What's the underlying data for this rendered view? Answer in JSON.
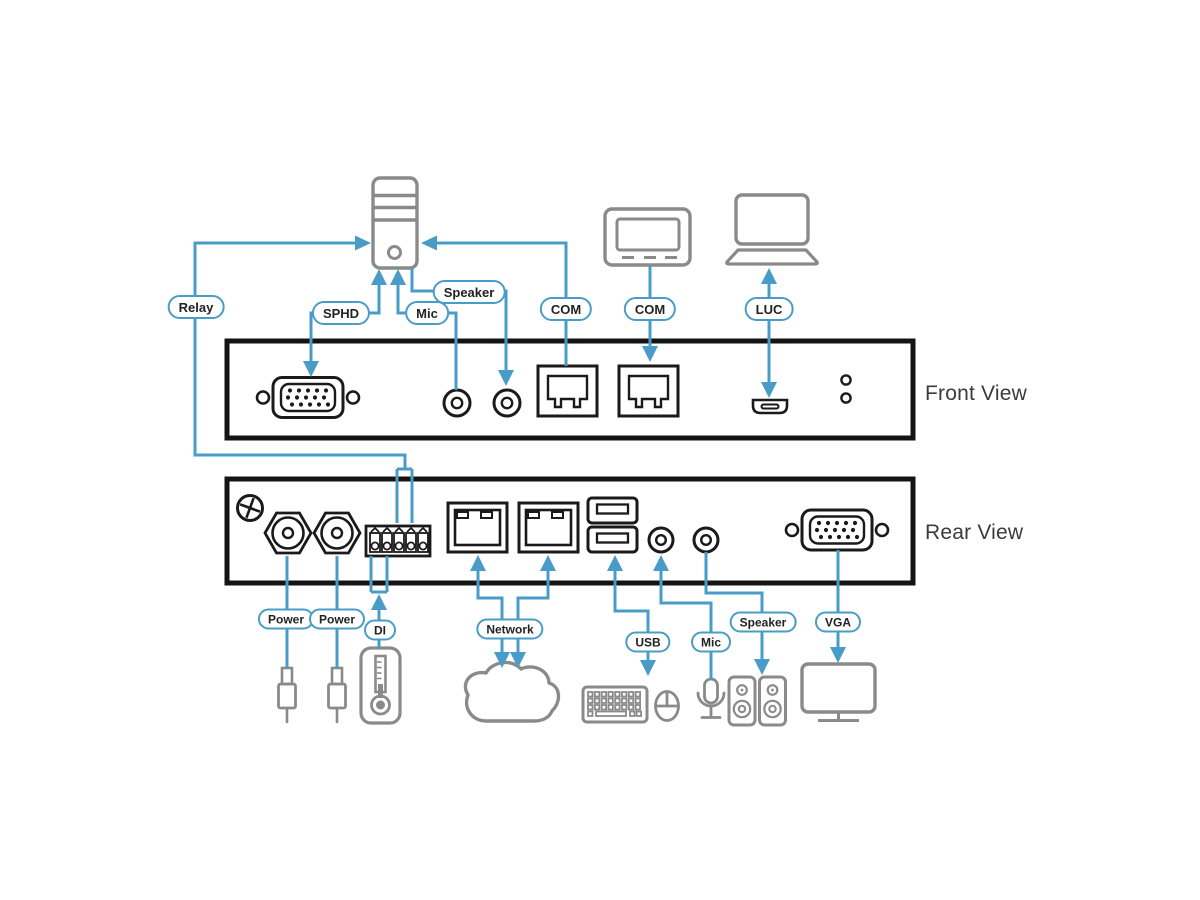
{
  "titles": {
    "front": "Front View",
    "rear": "Rear View"
  },
  "connection_labels": {
    "relay": "Relay",
    "sphd": "SPHD",
    "mic_front": "Mic",
    "speaker_front": "Speaker",
    "com_pc": "COM",
    "com_panel": "COM",
    "luc": "LUC",
    "power_1": "Power",
    "power_2": "Power",
    "di": "DI",
    "network": "Network",
    "usb": "USB",
    "mic_rear": "Mic",
    "speaker_rear": "Speaker",
    "vga": "VGA"
  },
  "colors": {
    "accent_blue": "#4a9cc8",
    "port_outline": "#1a1a1a",
    "device_gray": "#8a8a8a",
    "label_text": "#222222",
    "title_text": "#3b3b3b"
  },
  "icons": {
    "devices": [
      "tower-pc-icon",
      "control-panel-icon",
      "laptop-icon",
      "power-plug-icon",
      "thermometer-icon",
      "cloud-network-icon",
      "keyboard-icon",
      "mouse-icon",
      "microphone-icon",
      "speakers-icon",
      "monitor-icon"
    ],
    "front_ports": [
      "sphd-vga-port",
      "audio-jack-icon",
      "rj45-port-icon",
      "luc-port-icon",
      "led-indicator-icon"
    ],
    "rear_ports": [
      "screw-icon",
      "dc-power-jack-icon",
      "terminal-block-icon",
      "rj45-port-icon",
      "usb-port-icon",
      "audio-jack-icon",
      "vga-port-icon"
    ]
  }
}
